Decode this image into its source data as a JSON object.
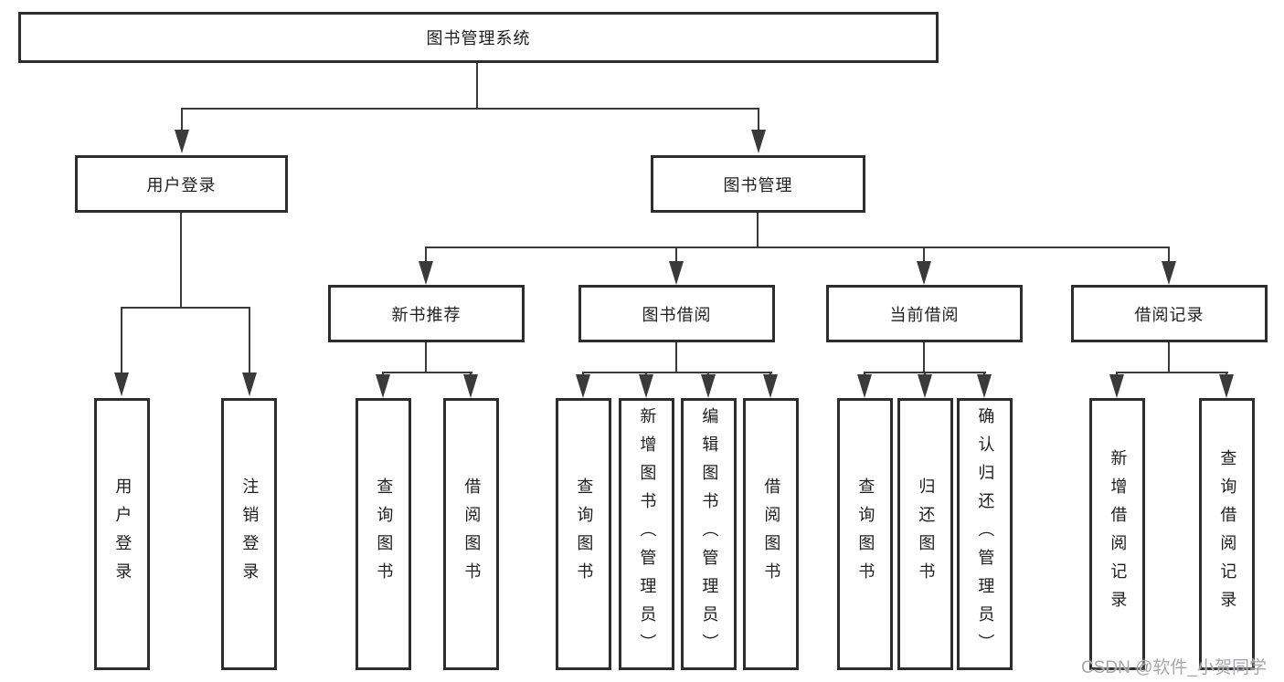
{
  "diagram": {
    "root": {
      "label": "图书管理系统"
    },
    "branches": [
      {
        "label": "用户登录",
        "children": [
          {
            "label": "用户登录"
          },
          {
            "label": "注销登录"
          }
        ]
      },
      {
        "label": "图书管理",
        "children": [
          {
            "label": "新书推荐",
            "children": [
              {
                "label": "查询图书"
              },
              {
                "label": "借阅图书"
              }
            ]
          },
          {
            "label": "图书借阅",
            "children": [
              {
                "label": "查询图书"
              },
              {
                "label": "新增图书（管理员）"
              },
              {
                "label": "编辑图书（管理员）"
              },
              {
                "label": "借阅图书"
              }
            ]
          },
          {
            "label": "当前借阅",
            "children": [
              {
                "label": "查询图书"
              },
              {
                "label": "归还图书"
              },
              {
                "label": "确认归还（管理员）"
              }
            ]
          },
          {
            "label": "借阅记录",
            "children": [
              {
                "label": "新增借阅记录"
              },
              {
                "label": "查询借阅记录"
              }
            ]
          }
        ]
      }
    ]
  },
  "watermark": {
    "text": "CSDN @软件_小贺同学"
  },
  "colors": {
    "background": "#ffffff",
    "box_border": "#2d2d2d",
    "connector_line": "#3a3a3a",
    "text": "#1e1e1e",
    "watermark": "#a6a6ac"
  }
}
